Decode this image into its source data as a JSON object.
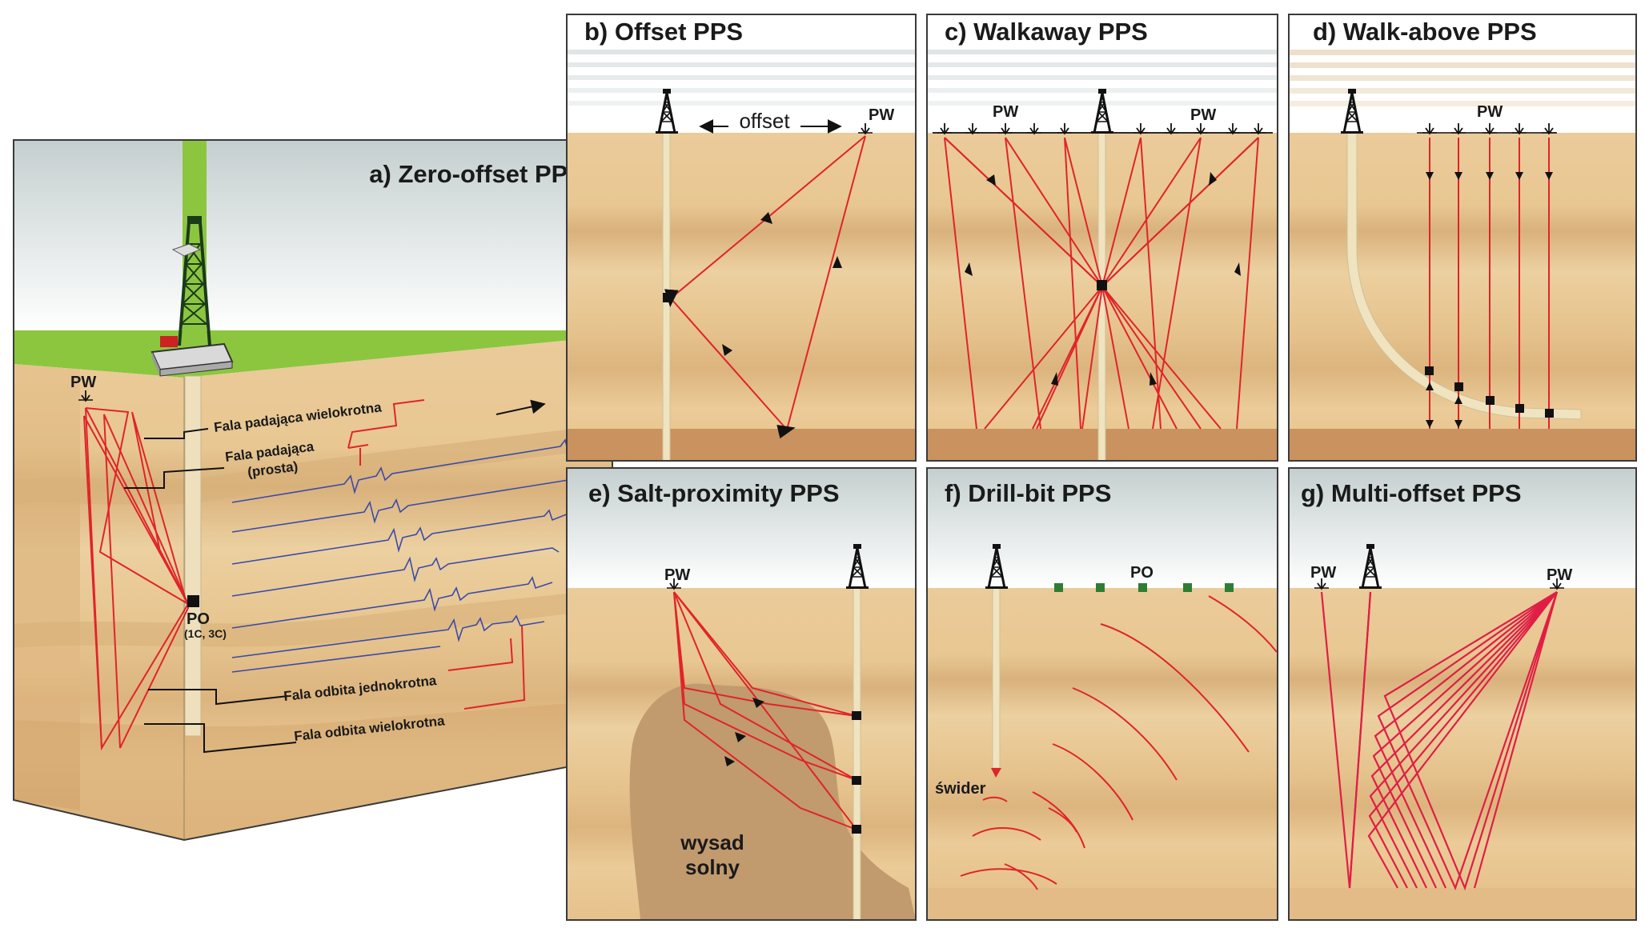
{
  "panels": {
    "a": {
      "title": "a) Zero-offset PPS",
      "pw": "PW",
      "po": "PO",
      "po_sub": "(1C, 3C)",
      "labels": {
        "downgoing_multiple": "Fala padająca wielokrotna",
        "downgoing_direct": "Fala padająca",
        "downgoing_direct_sub": "(prosta)",
        "reflected_single": "Fala odbita jednokrotna",
        "reflected_multiple": "Fala odbita wielokrotna"
      }
    },
    "b": {
      "title": "b) Offset PPS",
      "pw": "PW",
      "offset": "offset"
    },
    "c": {
      "title": "c) Walkaway PPS",
      "pw_left": "PW",
      "pw_right": "PW"
    },
    "d": {
      "title": "d) Walk-above PPS",
      "pw": "PW"
    },
    "e": {
      "title": "e) Salt-proximity PPS",
      "pw": "PW",
      "salt_line1": "wysad",
      "salt_line2": "solny"
    },
    "f": {
      "title": "f) Drill-bit PPS",
      "po": "PO",
      "bit": "świder"
    },
    "g": {
      "title": "g) Multi-offset PPS",
      "pw_left": "PW",
      "pw_right": "PW"
    }
  },
  "colors": {
    "sky_top": "#c9d3d3",
    "sky_bottom": "#ffffff",
    "ground_green": "#8cc63f",
    "earth": "#e9c896",
    "earth_dark": "#d9b07a",
    "basement": "#c9925e",
    "ray_red": "#e0242a",
    "trace_blue": "#3a4aa8",
    "salt": "#c19a6e",
    "receiver_green": "#2e7d32"
  },
  "icons": [
    "drilling-rig-icon",
    "source-arrow-icon",
    "receiver-square-icon",
    "direction-arrow-icon"
  ]
}
